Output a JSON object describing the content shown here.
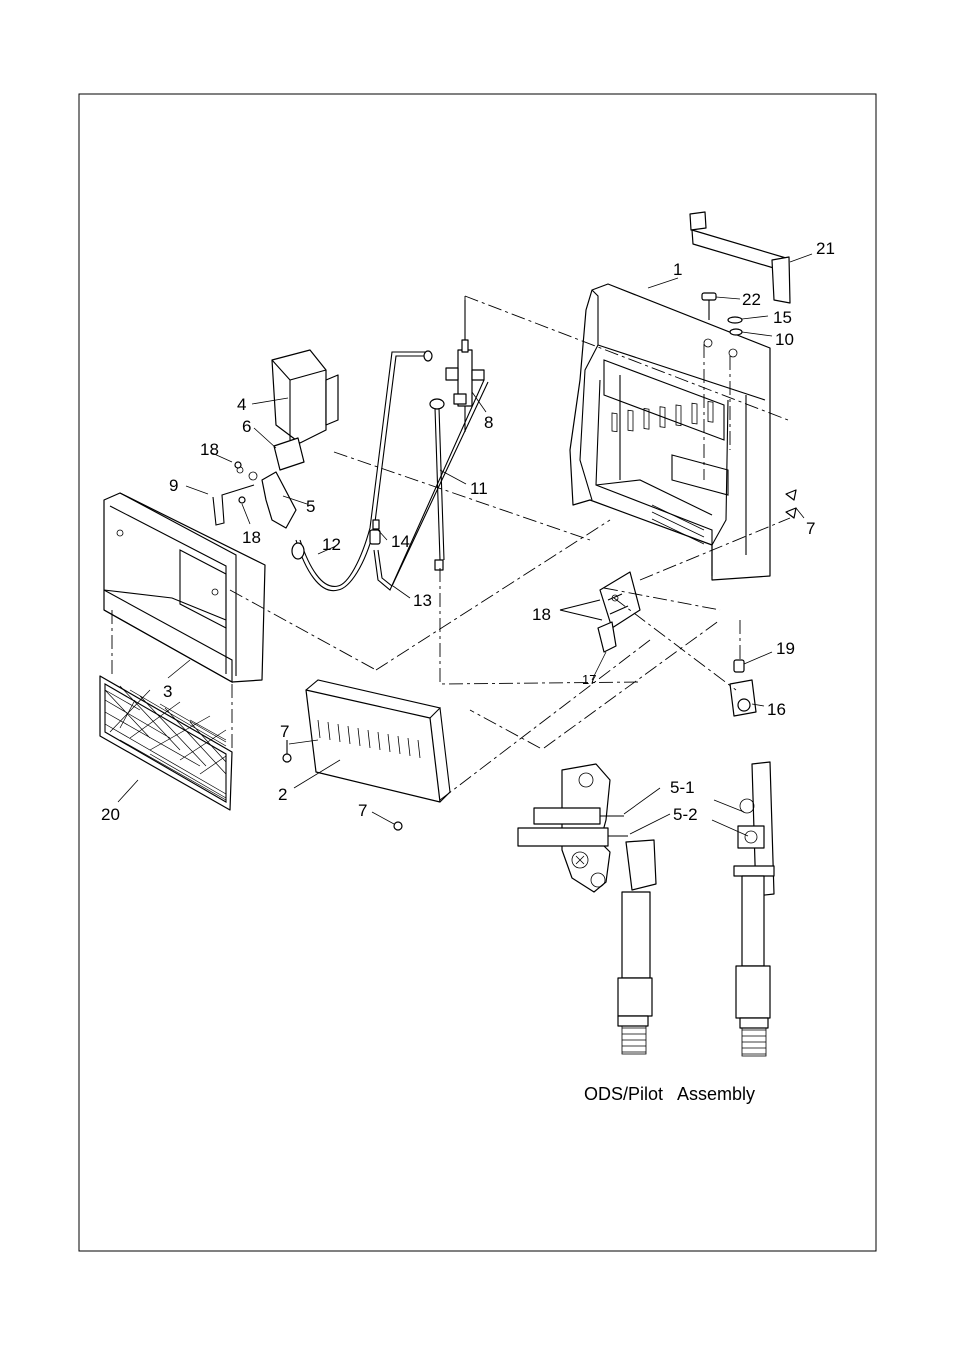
{
  "labels": {
    "l1": "1",
    "l2": "2",
    "l3": "3",
    "l4": "4",
    "l5": "5",
    "l6": "6",
    "l7a": "7",
    "l7b": "7",
    "l7c": "7",
    "l8": "8",
    "l9": "9",
    "l10": "10",
    "l11": "11",
    "l12": "12",
    "l13": "13",
    "l14": "14",
    "l15": "15",
    "l16": "16",
    "l17": "17",
    "l18a": "18",
    "l18b": "18",
    "l18c": "18",
    "l19": "19",
    "l20": "20",
    "l21": "21",
    "l22": "22",
    "l51": "5-1",
    "l52": "5-2"
  },
  "caption": "ODS/Pilot   Assembly"
}
